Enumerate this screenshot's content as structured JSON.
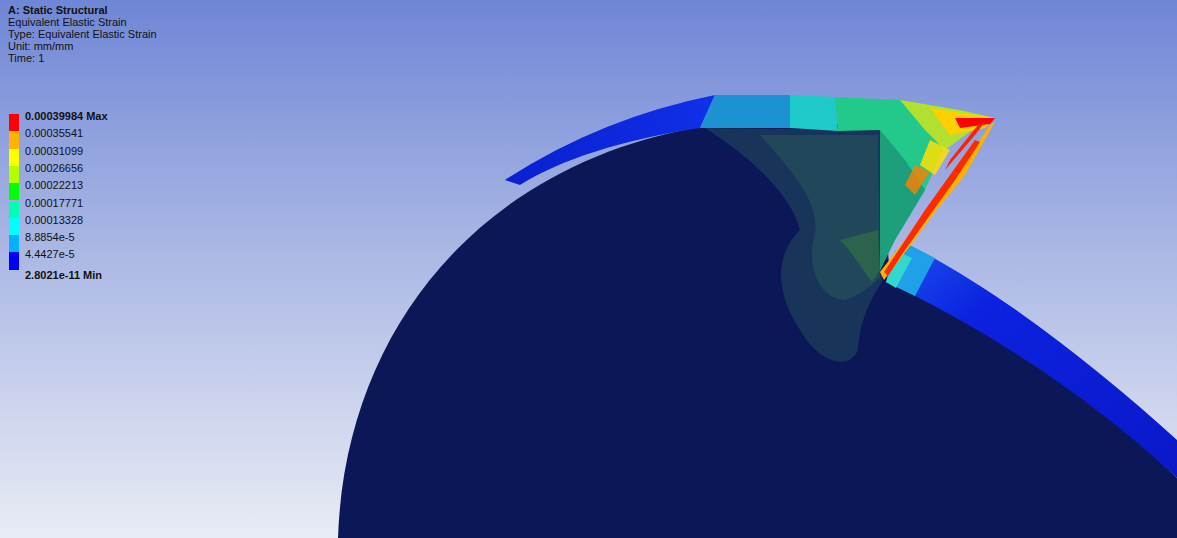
{
  "diagram": {
    "labels": [
      "A: Static Structural",
      "Equivalent Elastic Strain",
      "Type: Equivalent Elastic Strain",
      "Unit: mm/mm",
      "Time: 1",
      "2.8021e-11 Min"
    ],
    "legend": [
      {
        "text": "0.00039984 Max",
        "color": "#ff0000"
      },
      {
        "text": "0.00035541",
        "color": "#ffb200"
      },
      {
        "text": "0.00031099",
        "color": "#ffff00"
      },
      {
        "text": "0.00026656",
        "color": "#b2ff00"
      },
      {
        "text": "0.00022213",
        "color": "#00ff00"
      },
      {
        "text": "0.00017771",
        "color": "#00ffb2"
      },
      {
        "text": "0.00013328",
        "color": "#00ffff"
      },
      {
        "text": "8.8854e-5",
        "color": "#00b2ff"
      },
      {
        "text": "4.4427e-5",
        "color": "#0000ff"
      }
    ]
  }
}
